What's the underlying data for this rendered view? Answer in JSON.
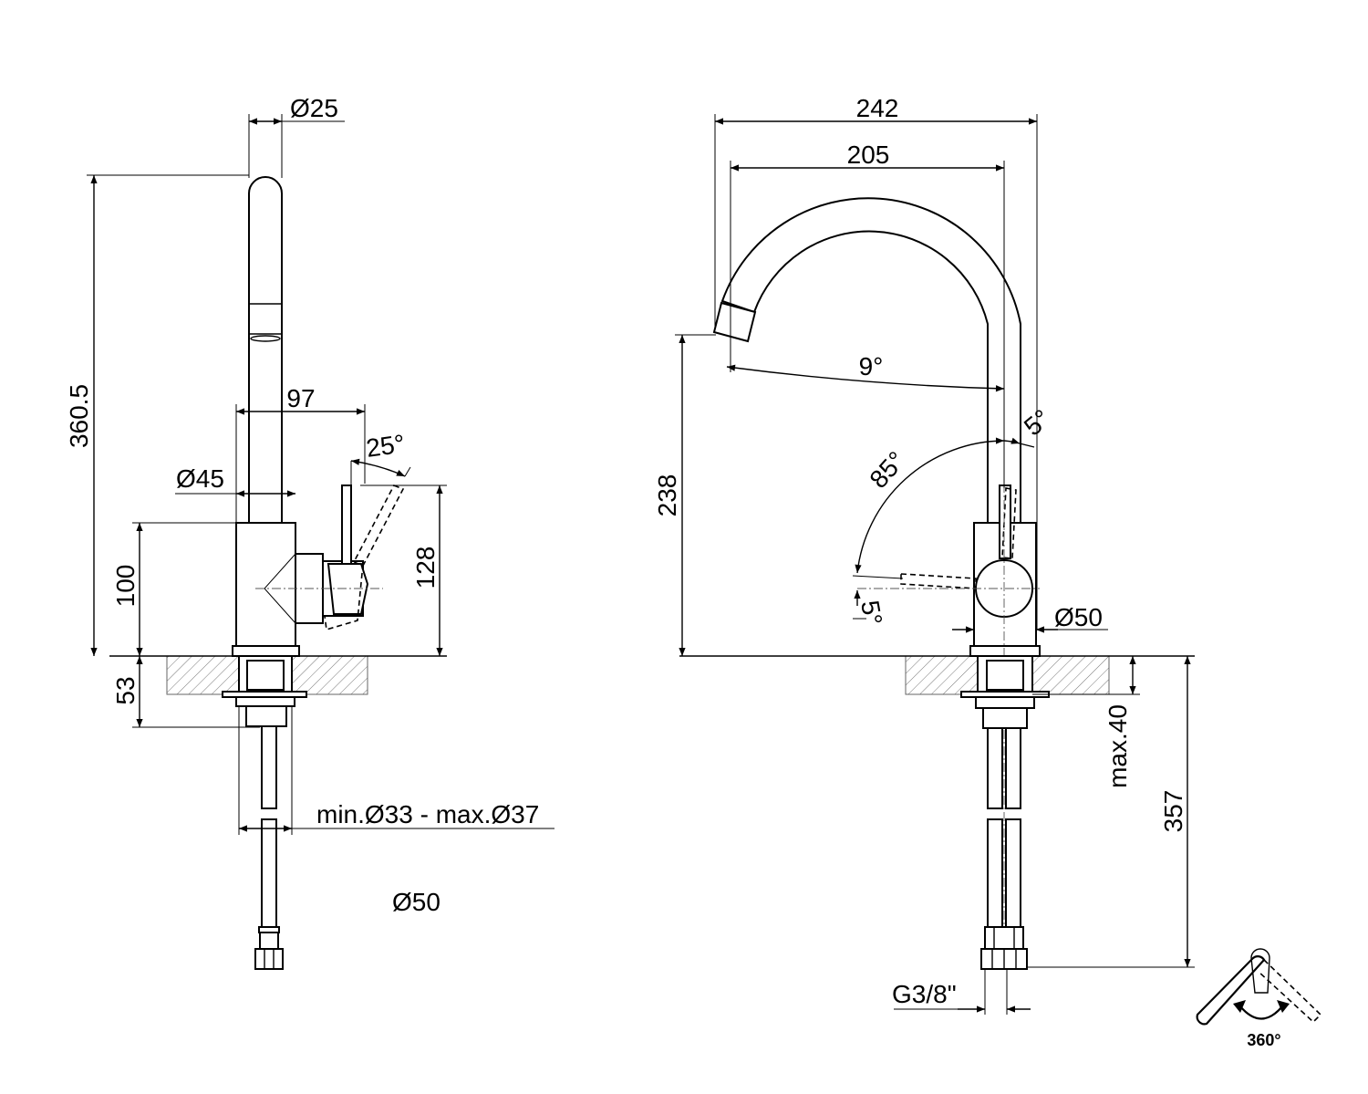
{
  "left_view": {
    "d_spout": "Ø25",
    "height_total": "360.5",
    "reach_lever": "97",
    "lever_angle": "25°",
    "d_body": "Ø45",
    "height_body": "100",
    "height_lever": "128",
    "below_deck": "53",
    "hole_range": "min.Ø33 - max.Ø37",
    "d_base": "Ø50"
  },
  "right_view": {
    "reach_total": "242",
    "reach_spout": "205",
    "spout_angle": "9°",
    "outlet_height": "238",
    "lever_top_angle": "5°",
    "lever_swing": "85°",
    "lever_bottom_angle": "5°",
    "d_body": "Ø50",
    "deck_max": "max.40",
    "hose_length": "357",
    "thread": "G3/8\""
  },
  "rotation_icon": {
    "label": "360°"
  }
}
